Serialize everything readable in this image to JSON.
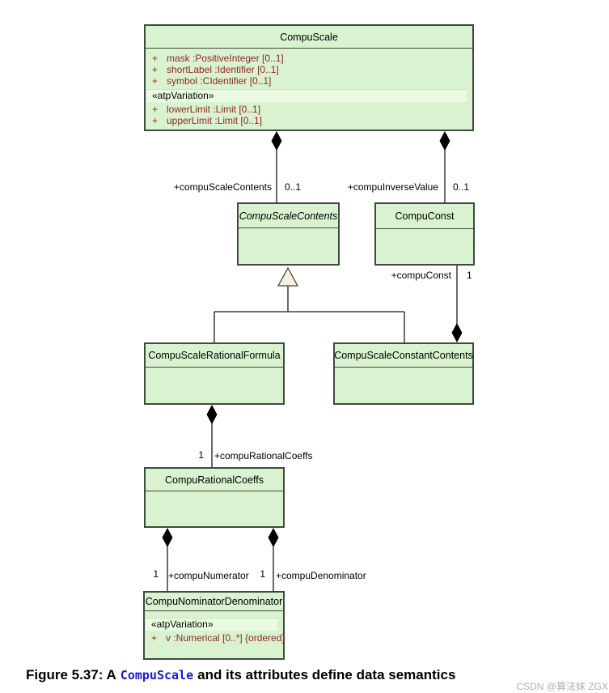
{
  "classes": {
    "compuScale": {
      "name": "CompuScale",
      "attrs": [
        {
          "vis": "+",
          "text": "mask :PositiveInteger [0..1]"
        },
        {
          "vis": "+",
          "text": "shortLabel :Identifier [0..1]"
        },
        {
          "vis": "+",
          "text": "symbol :CIdentifier [0..1]"
        }
      ],
      "stereotype": "«atpVariation»",
      "variationAttrs": [
        {
          "vis": "+",
          "text": "lowerLimit :Limit [0..1]"
        },
        {
          "vis": "+",
          "text": "upperLimit :Limit [0..1]"
        }
      ]
    },
    "compuScaleContents": {
      "name": "CompuScaleContents"
    },
    "compuConst": {
      "name": "CompuConst"
    },
    "compuScaleRationalFormula": {
      "name": "CompuScaleRationalFormula"
    },
    "compuScaleConstantContents": {
      "name": "CompuScaleConstantContents"
    },
    "compuRationalCoeffs": {
      "name": "CompuRationalCoeffs"
    },
    "compuNominatorDenominator": {
      "name": "CompuNominatorDenominator",
      "stereotype": "«atpVariation»",
      "variationAttrs": [
        {
          "vis": "+",
          "text": "v :Numerical [0..*] {ordered}"
        }
      ]
    }
  },
  "edges": {
    "compuScaleContents": {
      "role": "+compuScaleContents",
      "mult": "0..1"
    },
    "compuInverseValue": {
      "role": "+compuInverseValue",
      "mult": "0..1"
    },
    "compuConst": {
      "role": "+compuConst",
      "mult": "1"
    },
    "compuRationalCoeffs": {
      "role": "+compuRationalCoeffs",
      "mult": "1"
    },
    "compuNumerator": {
      "role": "+compuNumerator",
      "mult": "1"
    },
    "compuDenominator": {
      "role": "+compuDenominator",
      "mult": "1"
    }
  },
  "caption": {
    "prefix": "Figure 5.37: A",
    "code": "CompuScale",
    "suffix": "and its attributes define data semantics"
  },
  "watermark": "CSDN @算法妹 ZGX",
  "colors": {
    "boxFill": "#d9f3d0",
    "stereotypeBandFill": "#eafbe2",
    "boxBorder": "#3f4a3f",
    "attributeText": "#8f2727",
    "captionCode": "#1a1ad6"
  }
}
